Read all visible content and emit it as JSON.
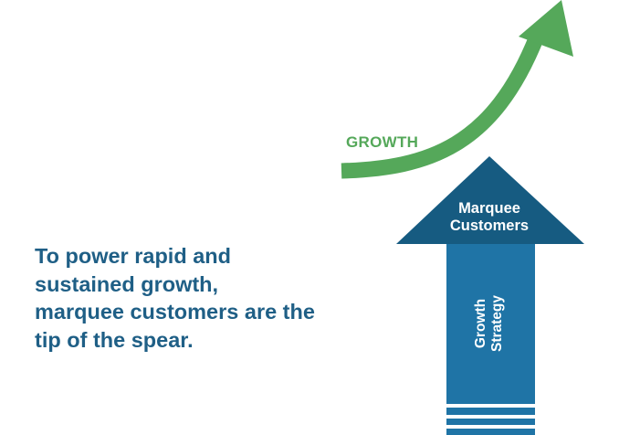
{
  "statement": {
    "lines": [
      "To power rapid and",
      "sustained growth,",
      "marquee customers are the",
      "tip of the spear."
    ]
  },
  "growth_arrow": {
    "label": "GROWTH"
  },
  "spear": {
    "head_lines": [
      "Marquee",
      "Customers"
    ],
    "shaft_lines": [
      "Growth",
      "Strategy"
    ]
  },
  "colors": {
    "statement_text": "#1f5f86",
    "growth_green": "#55a85a",
    "spearhead_dark_blue": "#165b81",
    "shaft_blue": "#1f74a6"
  }
}
